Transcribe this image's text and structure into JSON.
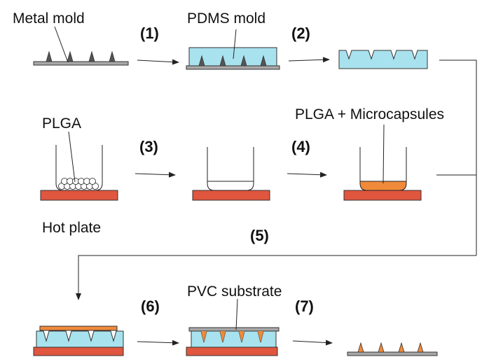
{
  "labels": {
    "metal_mold": "Metal mold",
    "pdms_mold": "PDMS mold",
    "plga": "PLGA",
    "hot_plate": "Hot plate",
    "plga_microcapsules": "PLGA + Microcapsules",
    "pvc_substrate": "PVC substrate"
  },
  "steps": [
    "(1)",
    "(2)",
    "(3)",
    "(4)",
    "(5)",
    "(6)",
    "(7)"
  ],
  "colors": {
    "pdms": "#a8e2ee",
    "plate": "#e0563e",
    "plga_melt": "#f08a3a",
    "metal": "#a8a8a8",
    "line": "#222222"
  }
}
